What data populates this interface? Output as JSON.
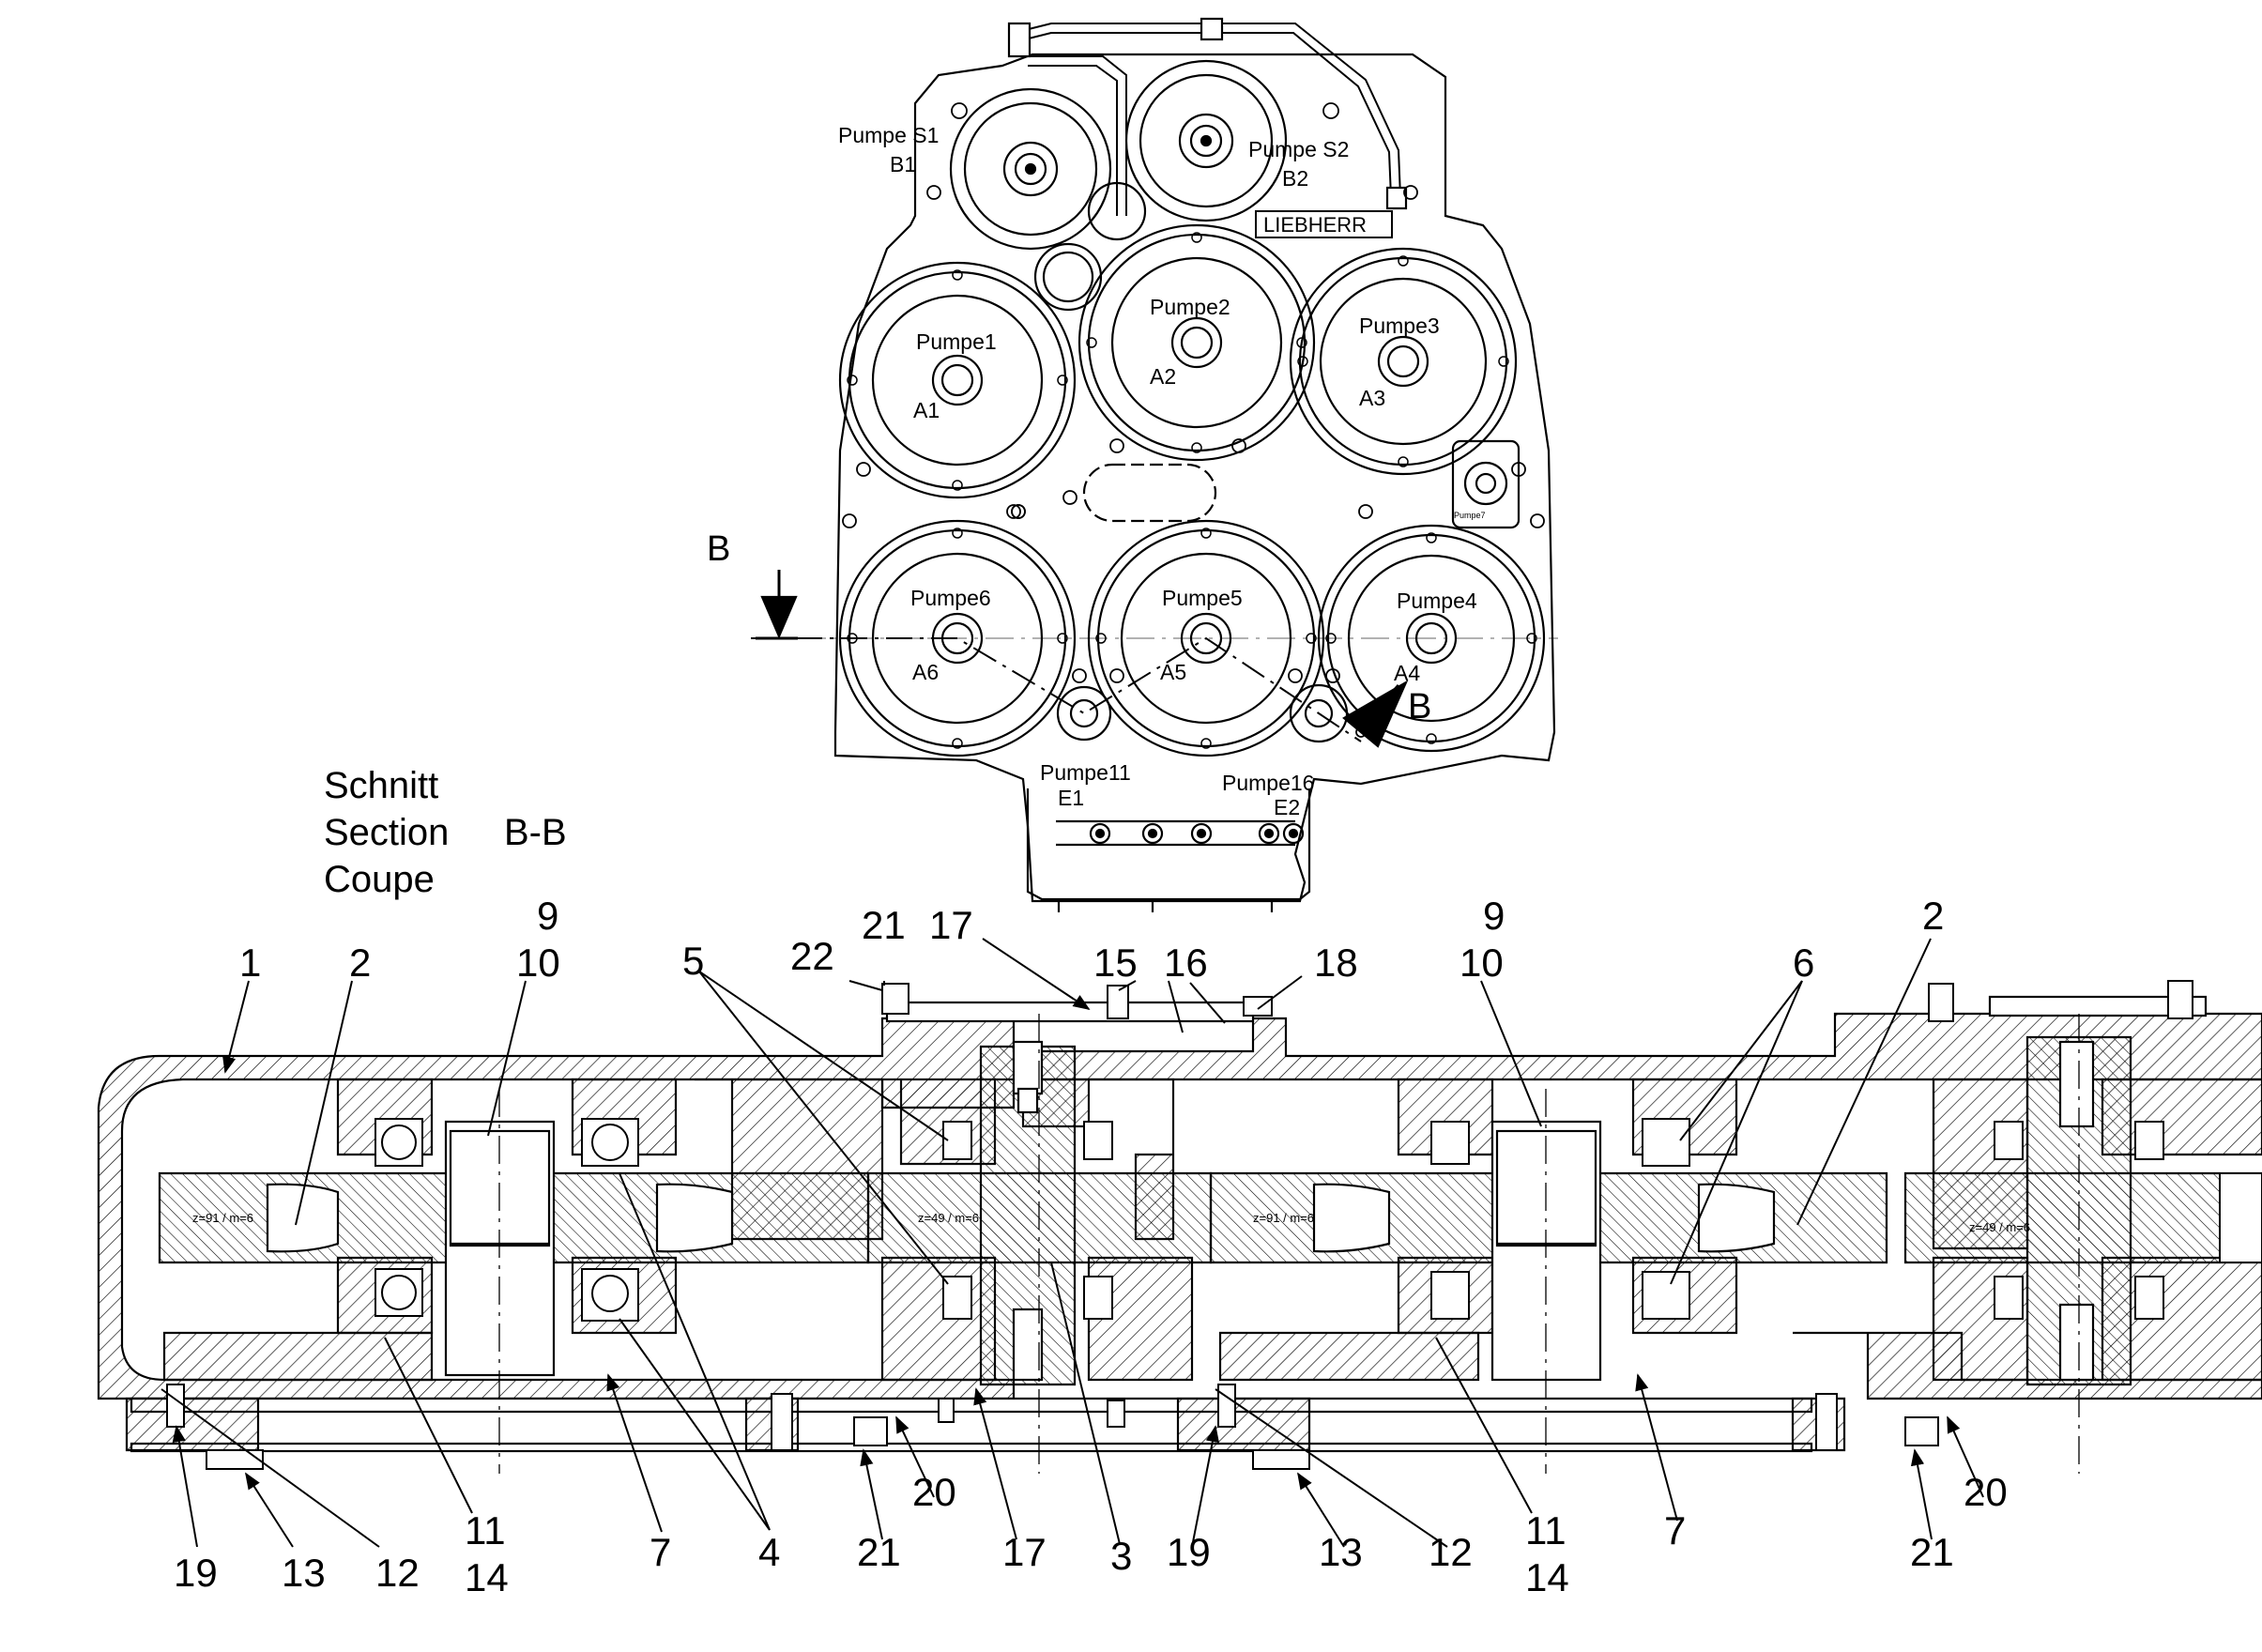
{
  "gearbox_view": {
    "brand": "LIEBHERR",
    "pumps": [
      {
        "name": "Pumpe S1",
        "port": "B1"
      },
      {
        "name": "Pumpe S2",
        "port": "B2"
      },
      {
        "name": "Pumpe1",
        "port": "A1"
      },
      {
        "name": "Pumpe2",
        "port": "A2"
      },
      {
        "name": "Pumpe3",
        "port": "A3"
      },
      {
        "name": "Pumpe6",
        "port": "A6"
      },
      {
        "name": "Pumpe5",
        "port": "A5"
      },
      {
        "name": "Pumpe4",
        "port": "A4"
      },
      {
        "name": "Pumpe11",
        "port": "E1"
      },
      {
        "name": "Pumpe16",
        "port": "E2"
      }
    ],
    "small_pump_label": "Pumpe7",
    "section_marker_left": "B",
    "section_marker_right": "B"
  },
  "section_title": {
    "line1": "Schnitt",
    "line2": "Section",
    "line3": "Coupe",
    "id": "B-B"
  },
  "gear_texts": {
    "g1": "z=91 / m=6",
    "g2": "z=49 / m=6",
    "g3": "z=91 / m=6",
    "g4": "z=49 / m=6"
  },
  "callouts_top": {
    "c1": "1",
    "c2": "2",
    "c9a": "9",
    "c10a": "10",
    "c5": "5",
    "c22": "22",
    "c21a": "21",
    "c17a": "17",
    "c15": "15",
    "c16": "16",
    "c18": "18",
    "c9b": "9",
    "c10b": "10",
    "c2b": "2",
    "c6": "6"
  },
  "callouts_bottom": {
    "c19a": "19",
    "c13a": "13",
    "c12a": "12",
    "c11a": "11",
    "c14a": "14",
    "c7a": "7",
    "c4": "4",
    "c21b": "21",
    "c20a": "20",
    "c17b": "17",
    "c3": "3",
    "c19b": "19",
    "c13b": "13",
    "c12b": "12",
    "c11b": "11",
    "c14b": "14",
    "c7b": "7",
    "c21c": "21",
    "c20b": "20"
  }
}
